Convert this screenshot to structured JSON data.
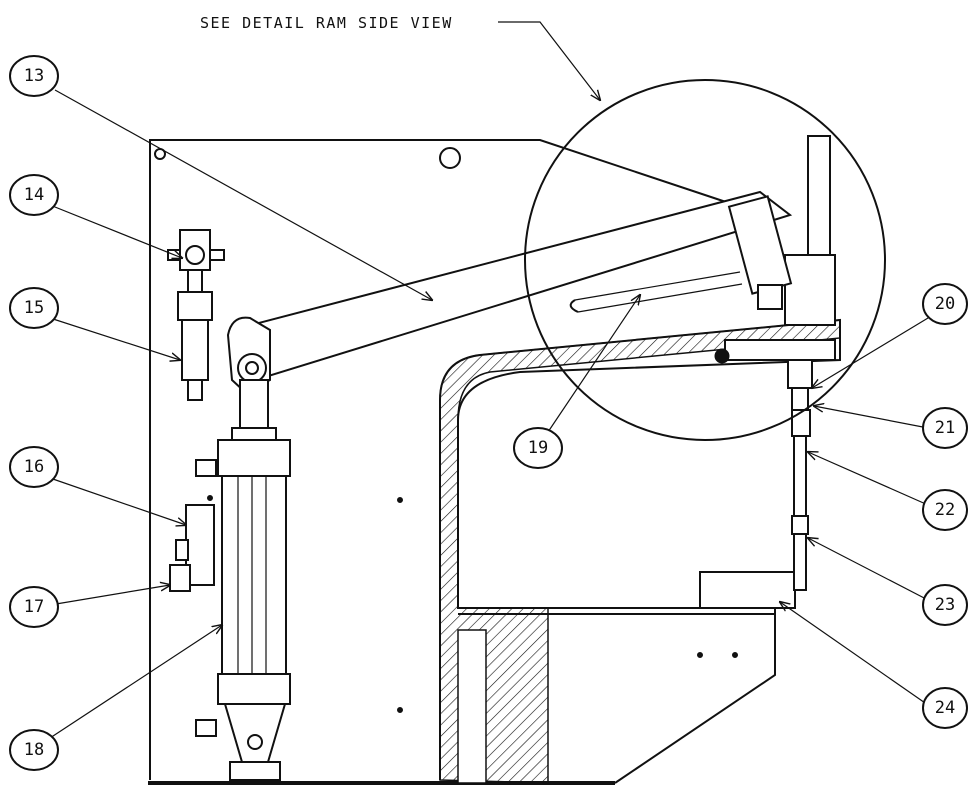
{
  "drawing": {
    "detail_note": "SEE DETAIL  RAM SIDE VIEW"
  },
  "callouts": [
    {
      "id": "13",
      "label": "13"
    },
    {
      "id": "14",
      "label": "14"
    },
    {
      "id": "15",
      "label": "15"
    },
    {
      "id": "16",
      "label": "16"
    },
    {
      "id": "17",
      "label": "17"
    },
    {
      "id": "18",
      "label": "18"
    },
    {
      "id": "19",
      "label": "19"
    },
    {
      "id": "20",
      "label": "20"
    },
    {
      "id": "21",
      "label": "21"
    },
    {
      "id": "22",
      "label": "22"
    },
    {
      "id": "23",
      "label": "23"
    },
    {
      "id": "24",
      "label": "24"
    }
  ],
  "colors": {
    "line": "#111111",
    "background": "#ffffff"
  }
}
